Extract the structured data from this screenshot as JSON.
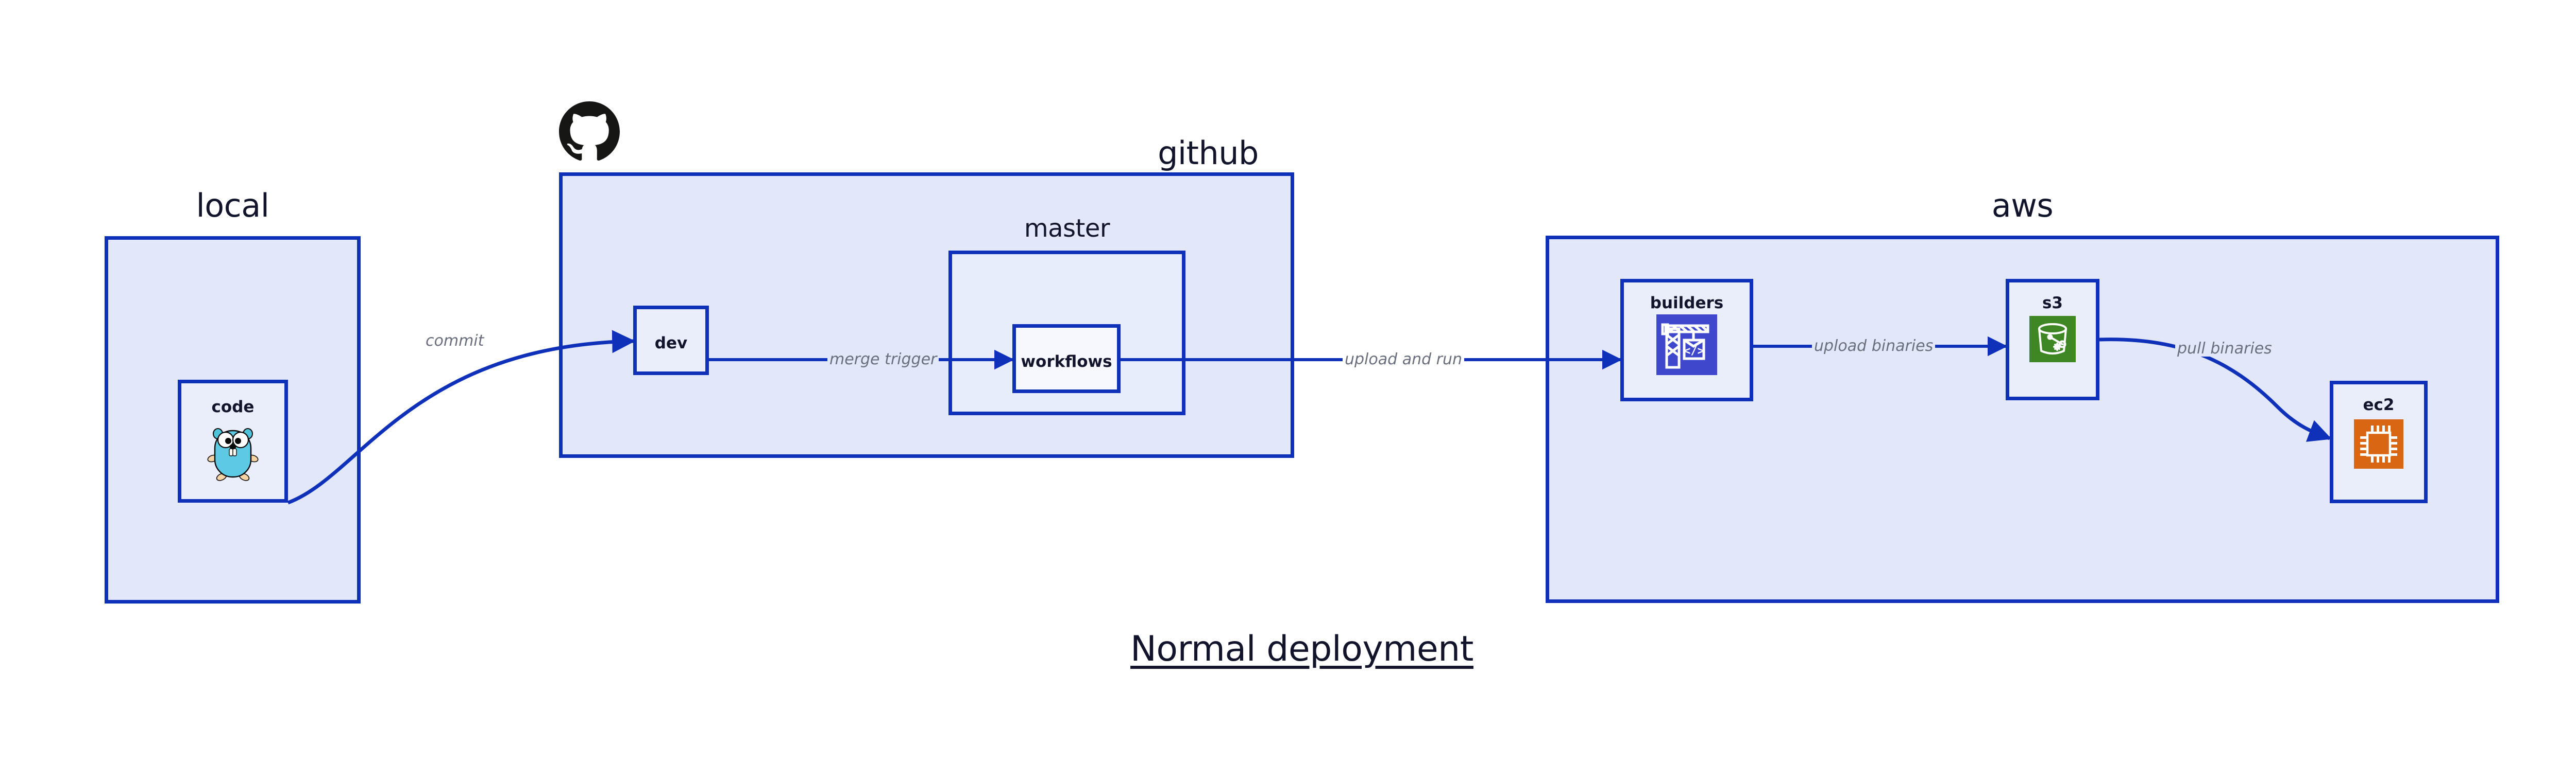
{
  "diagram": {
    "caption": "Normal deployment",
    "accent_border": "#0f31ba",
    "zone_fill": "#e2e7fa",
    "node_fill": "#eaeefb",
    "label_color": "#6a6f7d",
    "text_color": "#12142b"
  },
  "zones": [
    {
      "id": "local",
      "label": "local"
    },
    {
      "id": "github",
      "label": "github"
    },
    {
      "id": "aws",
      "label": "aws"
    }
  ],
  "subzones": [
    {
      "id": "master",
      "label": "master",
      "parent": "github"
    }
  ],
  "nodes": [
    {
      "id": "code",
      "label": "code",
      "zone": "local",
      "icon": "go-gopher-icon",
      "icon_color": "#5dc9e2"
    },
    {
      "id": "dev",
      "label": "dev",
      "zone": "github",
      "icon": "none",
      "icon_color": ""
    },
    {
      "id": "workflows",
      "label": "workflows",
      "zone": "master",
      "icon": "none",
      "icon_color": ""
    },
    {
      "id": "builders",
      "label": "builders",
      "zone": "aws",
      "icon": "aws-crane-icon",
      "icon_color": "#3f48cc"
    },
    {
      "id": "s3",
      "label": "s3",
      "zone": "aws",
      "icon": "aws-s3-bucket-icon",
      "icon_color": "#3f8624"
    },
    {
      "id": "ec2",
      "label": "ec2",
      "zone": "aws",
      "icon": "aws-ec2-chip-icon",
      "icon_color": "#d86613"
    }
  ],
  "edges": [
    {
      "id": "code-to-dev",
      "from": "code",
      "to": "dev",
      "label": "commit"
    },
    {
      "id": "dev-to-workflows",
      "from": "dev",
      "to": "workflows",
      "label": "merge trigger"
    },
    {
      "id": "workflows-to-builders",
      "from": "workflows",
      "to": "builders",
      "label": "upload and run"
    },
    {
      "id": "builders-to-s3",
      "from": "builders",
      "to": "s3",
      "label": "upload binaries"
    },
    {
      "id": "s3-to-ec2",
      "from": "s3",
      "to": "ec2",
      "label": "pull binaries"
    }
  ],
  "logos": [
    {
      "id": "github-logo",
      "name": "github-octocat-icon",
      "color": "#161614"
    }
  ]
}
